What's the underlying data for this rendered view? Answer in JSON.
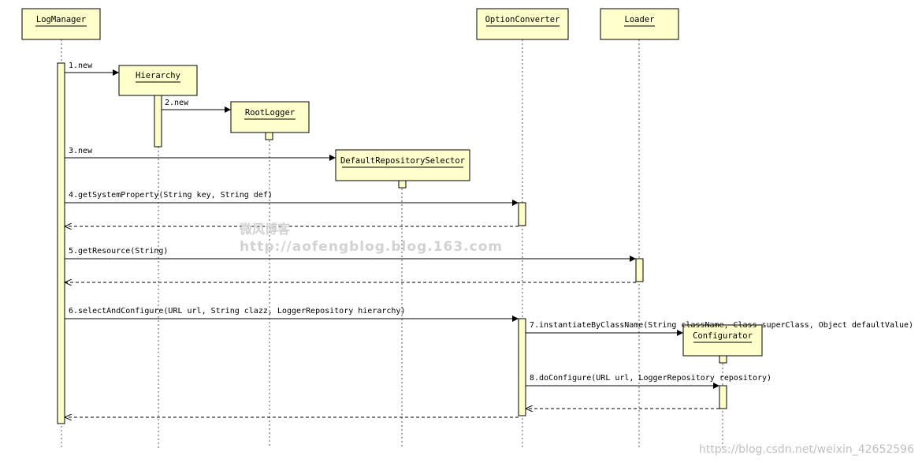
{
  "colors": {
    "box_fill": "#ffffcc",
    "stroke": "#000000",
    "lifeline": "#555555",
    "watermark": "#bbbbbb"
  },
  "participants": {
    "logmanager": "LogManager",
    "optionconverter": "OptionConverter",
    "loader": "Loader",
    "hierarchy": "Hierarchy",
    "rootlogger": "RootLogger",
    "selector": "DefaultRepositorySelector",
    "configurator": "Configurator"
  },
  "messages": {
    "m1": "1.new",
    "m2": "2.new",
    "m3": "3.new",
    "m4": "4.getSystemProperty(String key, String def)",
    "m5": "5.getResource(String)",
    "m6": "6.selectAndConfigure(URL url, String clazz, LoggerRepository hierarchy)",
    "m7": "7.instantiateByClassName(String className, Class superClass, Object defaultValue)",
    "m8": "8.doConfigure(URL url, LoggerRepository repository)"
  },
  "watermark": {
    "cn": "微风博客",
    "url": "http://aofengblog.blog.163.com",
    "csdn": "https://blog.csdn.net/weixin_42652596"
  }
}
